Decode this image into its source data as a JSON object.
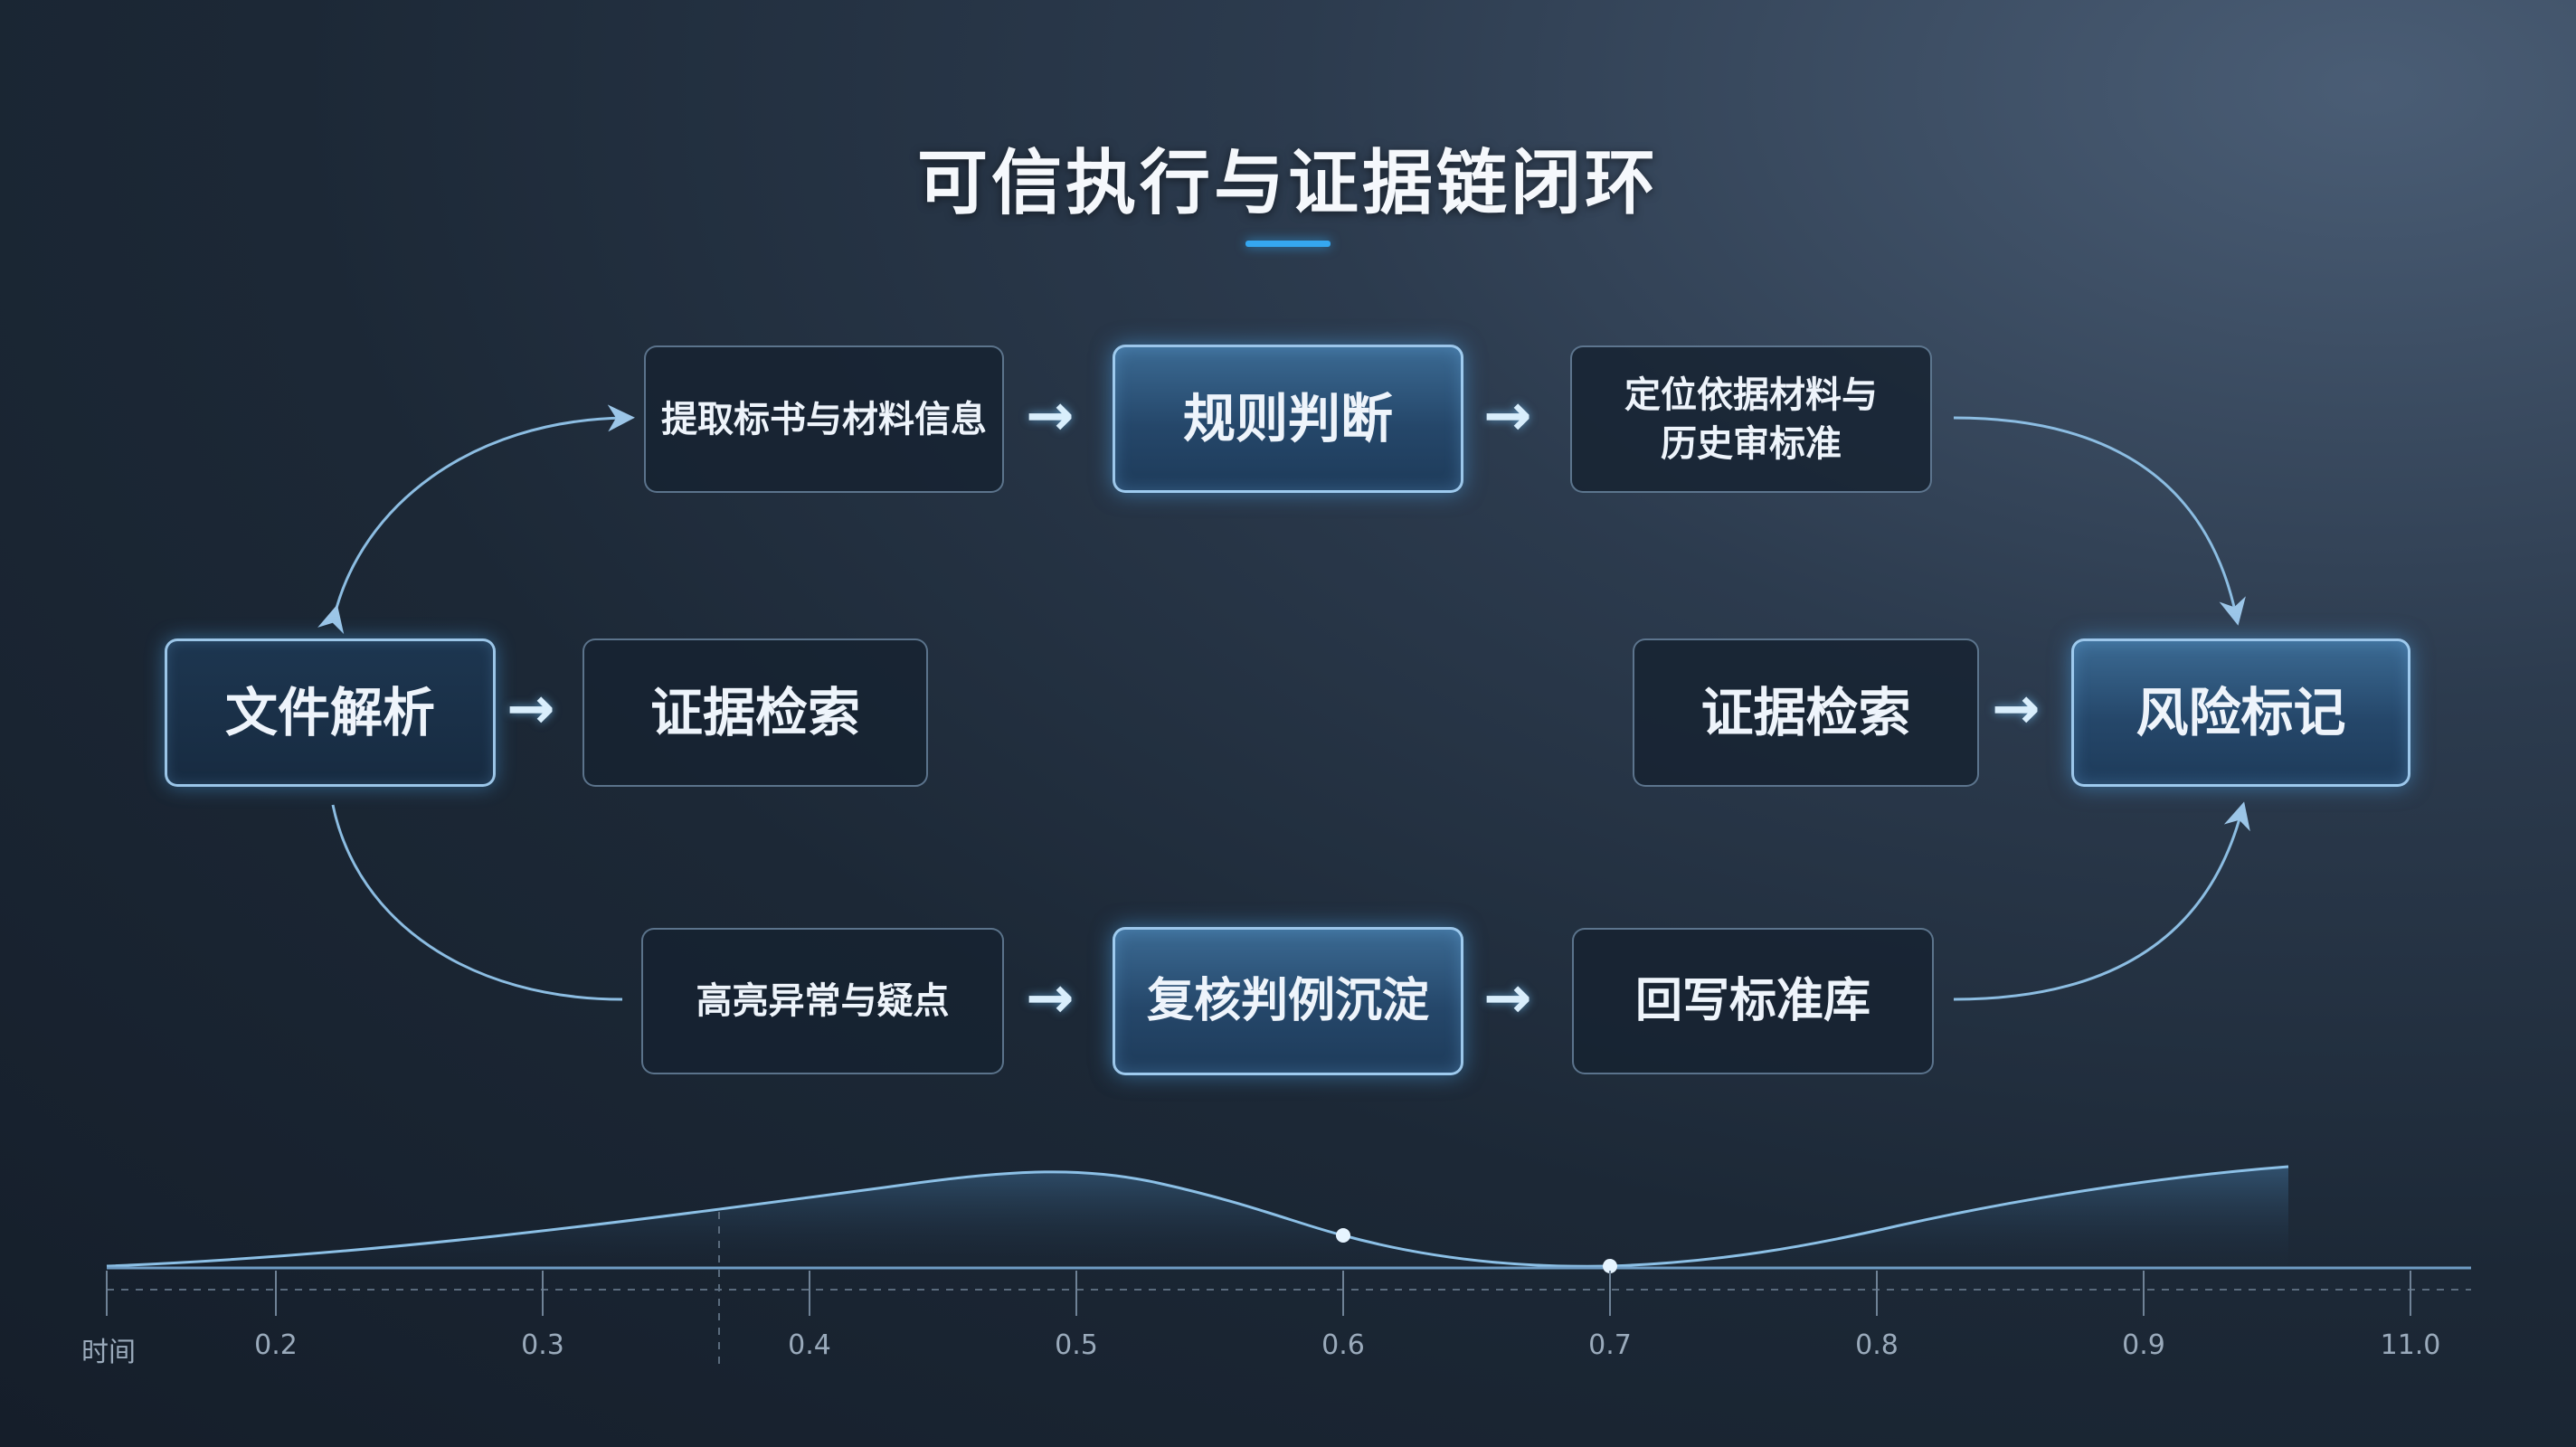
{
  "title": "可信执行与证据链闭环",
  "nodes": {
    "extract": "提取标书与材料信息",
    "rule": "规则判断",
    "locate": "定位依据材料与\n历史审标准",
    "parse": "文件解析",
    "retrieve_left": "证据检索",
    "retrieve_right": "证据检索",
    "risk": "风险标记",
    "highlight": "高亮异常与疑点",
    "review": "复核判例沉淀",
    "writeback": "回写标准库"
  },
  "arrow_glyph": "→",
  "timeline": {
    "axis_label": "时间",
    "ticks": [
      "0.2",
      "0.3",
      "0.4",
      "0.5",
      "0.6",
      "0.7",
      "0.8",
      "0.9",
      "11.0"
    ]
  },
  "colors": {
    "accent": "#35a7f0",
    "curve": "#8cc0e6",
    "node_border": "#94b6d6"
  }
}
